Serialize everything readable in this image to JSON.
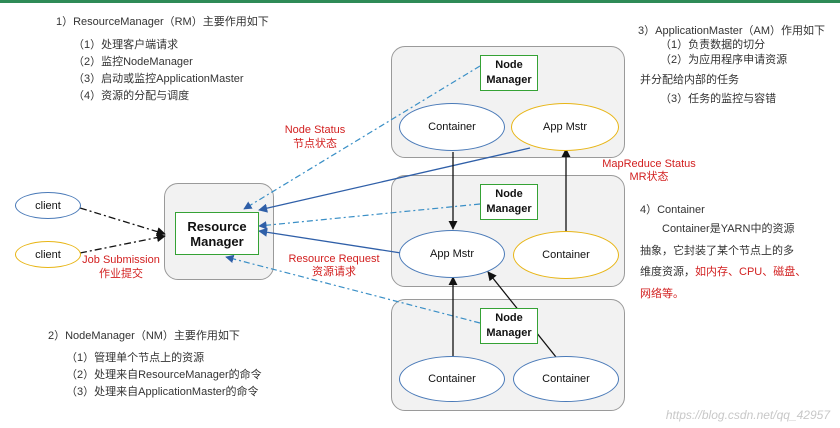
{
  "rm_section": {
    "title": "1）ResourceManager（RM）主要作用如下",
    "items": [
      "（1）处理客户端请求",
      "（2）监控NodeManager",
      "（3）启动或监控ApplicationMaster",
      "（4）资源的分配与调度"
    ]
  },
  "am_section": {
    "title": "3）ApplicationMaster（AM）作用如下",
    "items": [
      "（1）负责数据的切分",
      "（2）为应用程序申请资源",
      "并分配给内部的任务",
      "（3）任务的监控与容错"
    ]
  },
  "nm_section": {
    "title": "2）NodeManager（NM）主要作用如下",
    "items": [
      "（1）管理单个节点上的资源",
      "（2）处理来自ResourceManager的命令",
      "（3）处理来自ApplicationMaster的命令"
    ]
  },
  "container_section": {
    "title": "4）Container",
    "line1": "Container是YARN中的资源",
    "line2": "抽象，它封装了某个节点上的多",
    "line3a": "维度资源，",
    "line3b": "如内存、CPU、磁盘、",
    "line4": "网络等。"
  },
  "diagram": {
    "client1": "client",
    "client2": "client",
    "resource_manager": "Resource Manager",
    "node_manager": "Node Manager",
    "container": "Container",
    "app_mstr": "App Mstr",
    "node_status": "Node Status",
    "node_status_cn": "节点状态",
    "mr_status": "MapReduce Status",
    "mr_status_cn": "MR状态",
    "job_submission": "Job Submission",
    "job_submission_cn": "作业提交",
    "resource_request": "Resource Request",
    "resource_request_cn": "资源请求"
  },
  "watermark": "https://blog.csdn.net/qq_42957"
}
